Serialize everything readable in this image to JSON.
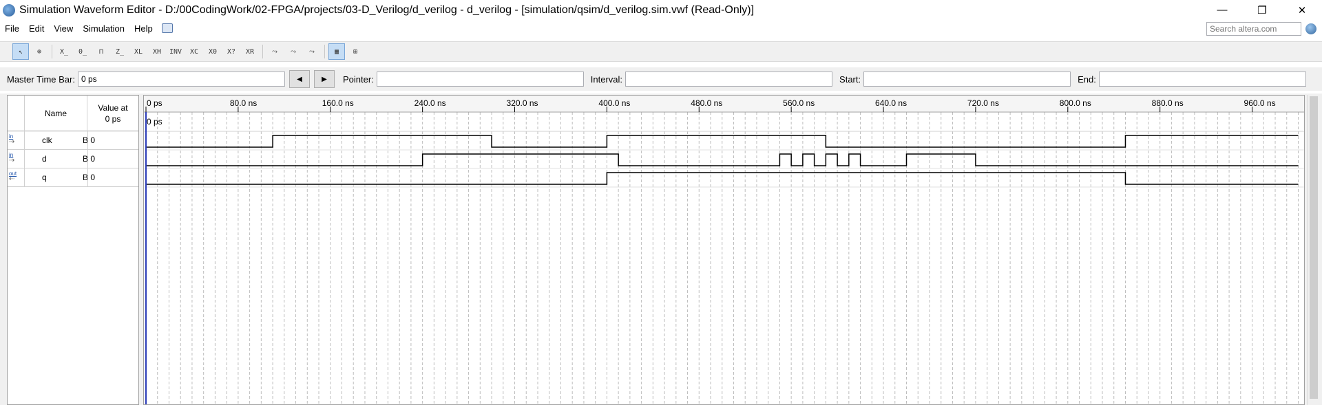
{
  "window": {
    "title": "Simulation Waveform Editor - D:/00CodingWork/02-FPGA/projects/03-D_Verilog/d_verilog - d_verilog - [simulation/qsim/d_verilog.sim.vwf (Read-Only)]",
    "minimize": "—",
    "restore": "❐",
    "close": "✕"
  },
  "menu": [
    {
      "label": "File"
    },
    {
      "label": "Edit"
    },
    {
      "label": "View"
    },
    {
      "label": "Simulation"
    },
    {
      "label": "Help"
    }
  ],
  "search": {
    "placeholder": "Search altera.com"
  },
  "toolbar": {
    "buttons": [
      "↖",
      "⊕",
      "X̲",
      "0̲",
      "⊓",
      "Z̲",
      "XL",
      "XH",
      "INV",
      "XC",
      "X0",
      "X?",
      "XR",
      "⤳",
      "⤳",
      "⤳",
      "▦",
      "⊞"
    ]
  },
  "timebar": {
    "master_label": "Master Time Bar:",
    "master_value": "0 ps",
    "prev": "◀",
    "next": "▶",
    "pointer_label": "Pointer:",
    "pointer_value": "",
    "interval_label": "Interval:",
    "interval_value": "",
    "start_label": "Start:",
    "start_value": "",
    "end_label": "End:",
    "end_value": ""
  },
  "signal_table": {
    "name_header": "Name",
    "value_header_1": "Value at",
    "value_header_2": "0 ps",
    "rows": [
      {
        "io": "in",
        "name": "clk",
        "value": "B 0"
      },
      {
        "io": "in",
        "name": "d",
        "value": "B 0"
      },
      {
        "io": "out",
        "name": "q",
        "value": "B 0"
      }
    ]
  },
  "waveform": {
    "cursor_label": "0 ps",
    "t_max_ns": 1000,
    "ticks": [
      "0 ps",
      "80.0 ns",
      "160.0 ns",
      "240.0 ns",
      "320.0 ns",
      "400.0 ns",
      "480.0 ns",
      "560.0 ns",
      "640.0 ns",
      "720.0 ns",
      "800.0 ns",
      "880.0 ns",
      "960.0 ns"
    ],
    "tick_values_ns": [
      0,
      80,
      160,
      240,
      320,
      400,
      480,
      560,
      640,
      720,
      800,
      880,
      960
    ],
    "grid_step_ns": 10,
    "signals": [
      {
        "name": "clk",
        "transitions": [
          [
            0,
            0
          ],
          [
            110,
            1
          ],
          [
            300,
            0
          ],
          [
            400,
            1
          ],
          [
            590,
            0
          ],
          [
            850,
            1
          ]
        ]
      },
      {
        "name": "d",
        "transitions": [
          [
            0,
            0
          ],
          [
            240,
            1
          ],
          [
            410,
            0
          ],
          [
            550,
            1
          ],
          [
            560,
            0
          ],
          [
            570,
            1
          ],
          [
            580,
            0
          ],
          [
            590,
            1
          ],
          [
            600,
            0
          ],
          [
            610,
            1
          ],
          [
            620,
            0
          ],
          [
            660,
            1
          ],
          [
            720,
            0
          ]
        ]
      },
      {
        "name": "q",
        "transitions": [
          [
            0,
            0
          ],
          [
            400,
            1
          ],
          [
            850,
            0
          ]
        ]
      }
    ],
    "colors": {
      "line": "#000000",
      "grid": "#bdbdbd",
      "cursor": "#2a3bb8",
      "header_bg": "#f5f5f5"
    }
  }
}
